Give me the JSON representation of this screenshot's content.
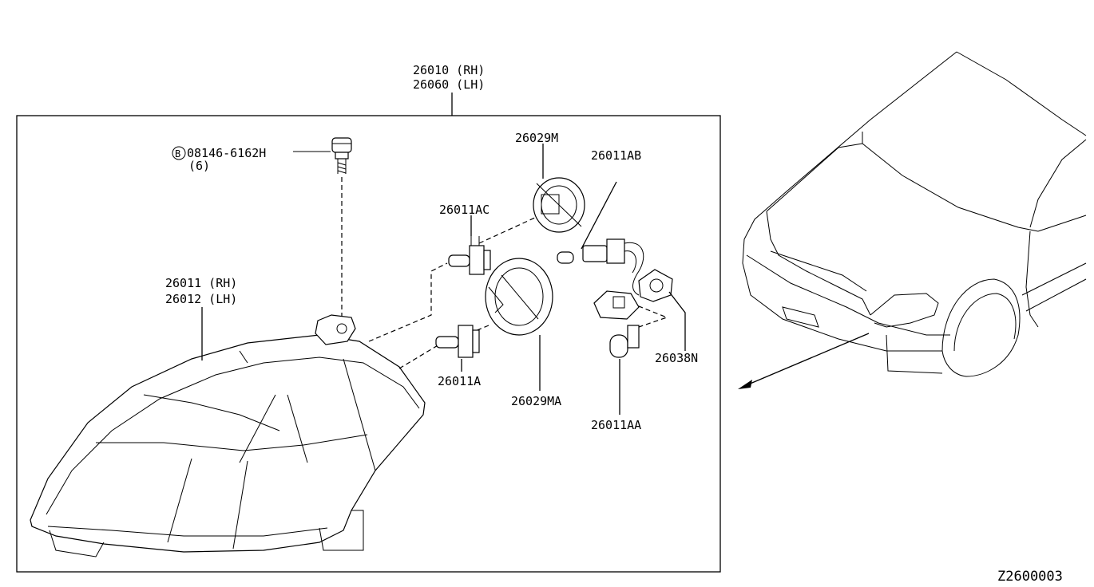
{
  "assembly": {
    "label_rh": "26010 (RH)",
    "label_lh": "26060 (LH)"
  },
  "bolt": {
    "symbol": "B",
    "part_number": "08146-6162H",
    "quantity": "(6)"
  },
  "housing": {
    "label_rh": "26011 (RH)",
    "label_lh": "26012 (LH)"
  },
  "parts": {
    "p26029M": "26029M",
    "p26011AB": "26011AB",
    "p26011AC": "26011AC",
    "p26011A": "26011A",
    "p26029MA": "26029MA",
    "p26038N": "26038N",
    "p26011AA": "26011AA"
  },
  "diagram_code": "Z2600003",
  "icons": [
    "bolt-icon",
    "headlamp-icon",
    "bulb-icon",
    "socket-icon",
    "dust-cap-icon",
    "car-front-icon"
  ]
}
